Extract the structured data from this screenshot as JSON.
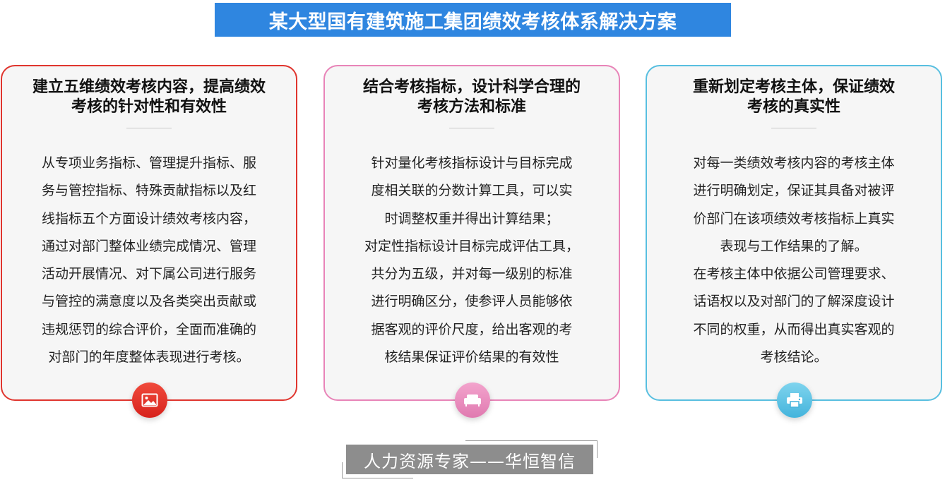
{
  "header": {
    "title": "某大型国有建筑施工集团绩效考核体系解决方案"
  },
  "colors": {
    "banner": "#2f86e0",
    "card1_border": "#e0352e",
    "card2_border": "#e884b8",
    "card3_border": "#58bfe0"
  },
  "cards": [
    {
      "title": [
        "建立五维绩效考核内容，提高绩效",
        "考核的针对性和有效性"
      ],
      "body": [
        "从专项业务指标、管理提升指标、服",
        "务与管控指标、特殊贡献指标以及红",
        "线指标五个方面设计绩效考核内容，",
        "通过对部门整体业绩完成情况、管理",
        "活动开展情况、对下属公司进行服务",
        "与管控的满意度以及各类突出贡献或",
        "违规惩罚的综合评价，全面而准确的",
        "对部门的年度整体表现进行考核。"
      ],
      "icon": "image-icon"
    },
    {
      "title": [
        "结合考核指标，设计科学合理的",
        "考核方法和标准"
      ],
      "body": [
        "针对量化考核指标设计与目标完成",
        "度相关联的分数计算工具，可以实",
        "时调整权重并得出计算结果；",
        "对定性指标设计目标完成评估工具，",
        "共分为五级，并对每一级别的标准",
        "进行明确区分，使参评人员能够依",
        "据客观的评价尺度，给出客观的考",
        "核结果保证评价结果的有效性"
      ],
      "icon": "sofa-icon"
    },
    {
      "title": [
        "重新划定考核主体，保证绩效",
        "考核的真实性"
      ],
      "body": [
        "对每一类绩效考核内容的考核主体",
        "进行明确划定，保证其具备对被评",
        "价部门在该项绩效考核指标上真实",
        "表现与工作结果的了解。",
        "在考核主体中依据公司管理要求、",
        "话语权以及对部门的了解深度设计",
        "不同的权重，从而得出真实客观的",
        "考核结论。"
      ],
      "icon": "printer-icon"
    }
  ],
  "footer": {
    "logo_text": "人力资源专家——华恒智信"
  }
}
